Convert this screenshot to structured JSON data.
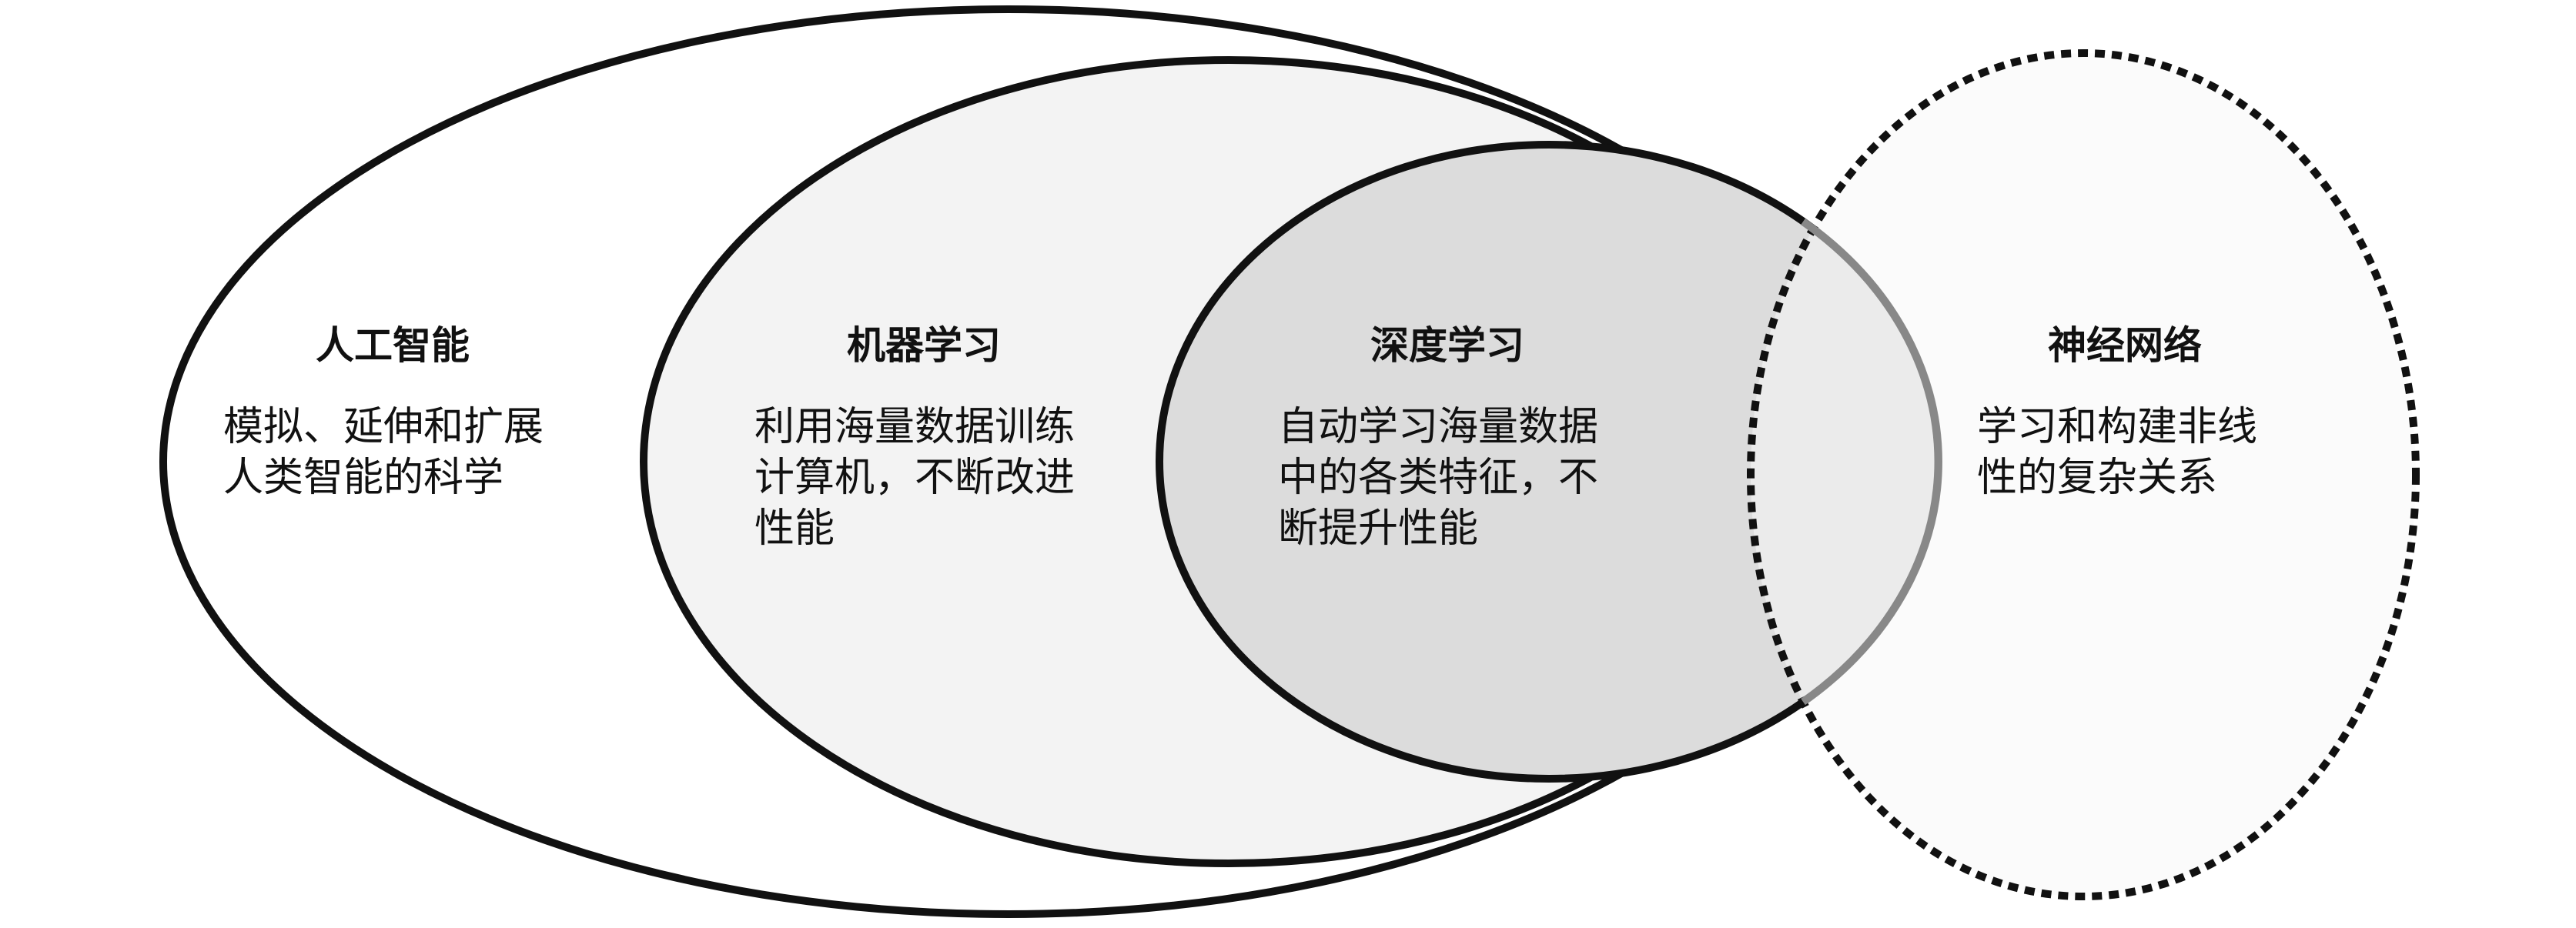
{
  "colors": {
    "outline": "#111111",
    "deep_learning_fill": "#dcdcdc",
    "machine_learning_fill": "#f3f3f3",
    "neural_network_fill": "#f7f7f7",
    "ai_fill": "#ffffff",
    "overlap_arc": "#888888"
  },
  "sets": {
    "ai": {
      "title": "人工智能",
      "lines": [
        "模拟、延伸和扩展",
        "人类智能的科学"
      ]
    },
    "ml": {
      "title": "机器学习",
      "lines": [
        "利用海量数据训练",
        "计算机，不断改进",
        "性能"
      ]
    },
    "dl": {
      "title": "深度学习",
      "lines": [
        "自动学习海量数据",
        "中的各类特征，不",
        "断提升性能"
      ]
    },
    "nn": {
      "title": "神经网络",
      "lines": [
        "学习和构建非线",
        "性的复杂关系"
      ]
    }
  }
}
